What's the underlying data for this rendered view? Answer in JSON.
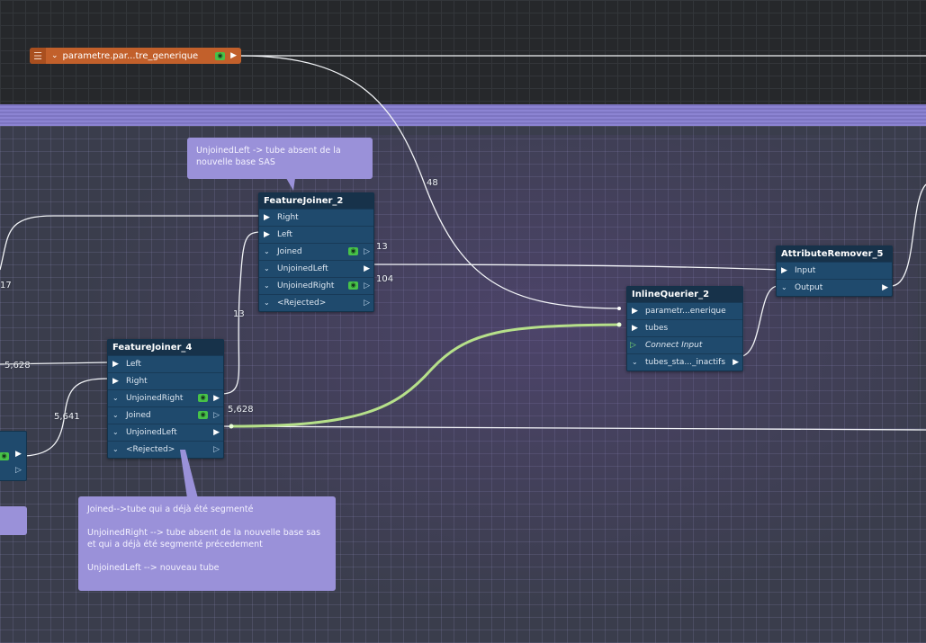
{
  "param": {
    "label": "parametre.par...tre_generique",
    "icon": "layers-icon"
  },
  "transformers": {
    "fj2": {
      "title": "FeatureJoiner_2",
      "ports": {
        "right": "Right",
        "left": "Left",
        "joined": "Joined",
        "unjoined_left": "UnjoinedLeft",
        "unjoined_right": "UnjoinedRight",
        "rejected": "<Rejected>"
      }
    },
    "fj4": {
      "title": "FeatureJoiner_4",
      "ports": {
        "left": "Left",
        "right": "Right",
        "unjoined_right": "UnjoinedRight",
        "joined": "Joined",
        "unjoined_left": "UnjoinedLeft",
        "rejected": "<Rejected>"
      }
    },
    "iq2": {
      "title": "InlineQuerier_2",
      "ports": {
        "param": "parametr...enerique",
        "tubes": "tubes",
        "connect": "Connect Input",
        "out": "tubes_sta..._inactifs"
      }
    },
    "ar5": {
      "title": "AttributeRemover_5",
      "ports": {
        "input": "Input",
        "output": "Output"
      }
    }
  },
  "counts": {
    "c48": "48",
    "c13_joined": "13",
    "c104": "104",
    "c13_link": "13",
    "c17": "17",
    "c5628_left": "5,628",
    "c5641": "5,641",
    "c5628_out": "5,628"
  },
  "annotations": {
    "a1": "UnjoinedLeft -> tube absent de la nouvelle base SAS",
    "a2": {
      "l1": "Joined-->tube qui a déjà été segmenté",
      "l2": "UnjoinedRight --> tube absent de la nouvelle base sas et qui a déjà été segmenté précedement",
      "l3": "UnjoinedLeft --> nouveau tube"
    }
  },
  "colors": {
    "canvas_top": "#26282b",
    "bookmark": "#3a3d4c",
    "bookmark_bar": "#8c84d3",
    "transformer": "#1f4a6d",
    "parameter": "#c2602b",
    "annotation": "#9a91d9",
    "inspect": "#47c248",
    "selected_link": "#b6e08a"
  }
}
